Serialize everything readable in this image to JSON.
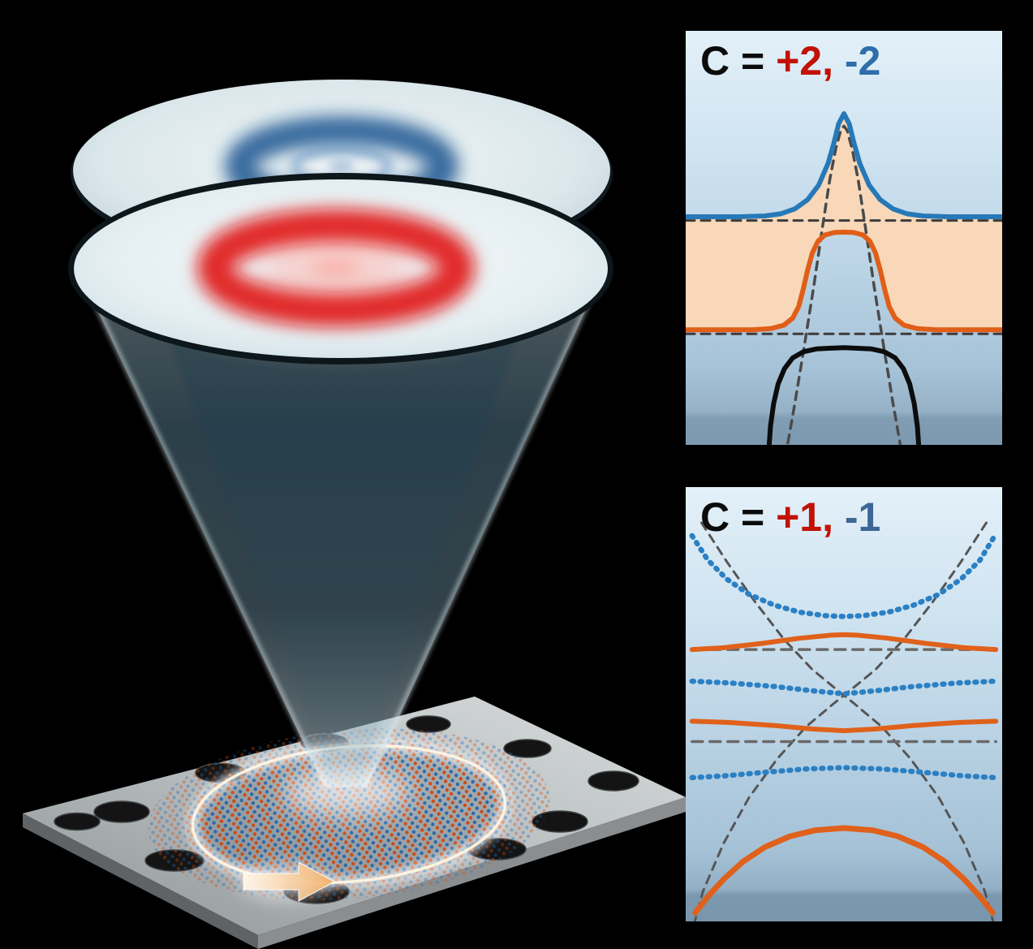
{
  "figure": {
    "colors": {
      "background": "#000000",
      "beam_ring_blue": "#1b538f",
      "beam_ring_red": "#e01111",
      "lattice_dot_blue": "#2a66a8",
      "lattice_dot_orange": "#cc4a12",
      "edge_glow": "#fff4e0",
      "slab_gray": "#b4b9bb"
    }
  },
  "panels": {
    "top": {
      "prefix": "C = ",
      "positive": "+2,",
      "negative": " -2",
      "colors": {
        "prefix": "#0b0b0b",
        "positive": "#c11205",
        "negative": "#2e6ea9"
      }
    },
    "bottom": {
      "prefix": "C = ",
      "positive": "+1,",
      "negative": " -1",
      "colors": {
        "prefix": "#0b0b0b",
        "positive": "#c11205",
        "negative": "#3c6795"
      }
    }
  },
  "chart_data": [
    {
      "id": "c2",
      "type": "line",
      "title": "C = +2, -2",
      "xlabel": "",
      "ylabel": "",
      "size": [
        390,
        510
      ],
      "grid": false,
      "band": {
        "upper": "blue-band",
        "lower": "orange-band",
        "fill": "#f8d8b8"
      },
      "series": [
        {
          "name": "dashed-baseline-upper",
          "color": "#3c3c3c",
          "width": 3,
          "dash": "11 8",
          "points": [
            [
              0,
              0.458
            ],
            [
              1,
              0.458
            ]
          ]
        },
        {
          "name": "dashed-baseline-lower",
          "color": "#3c3c3c",
          "width": 3,
          "dash": "11 8",
          "points": [
            [
              0,
              0.732
            ],
            [
              1,
              0.732
            ]
          ]
        },
        {
          "name": "dashed-dirac-bell",
          "color": "#4a4a4a",
          "width": 3.5,
          "dash": "10 8",
          "points": [
            [
              0.315,
              1.03
            ],
            [
              0.345,
              0.9
            ],
            [
              0.375,
              0.76
            ],
            [
              0.405,
              0.615
            ],
            [
              0.432,
              0.475
            ],
            [
              0.455,
              0.36
            ],
            [
              0.474,
              0.285
            ],
            [
              0.49,
              0.24
            ],
            [
              0.5,
              0.23
            ],
            [
              0.51,
              0.24
            ],
            [
              0.526,
              0.285
            ],
            [
              0.545,
              0.36
            ],
            [
              0.568,
              0.475
            ],
            [
              0.595,
              0.615
            ],
            [
              0.625,
              0.76
            ],
            [
              0.655,
              0.9
            ],
            [
              0.685,
              1.03
            ]
          ]
        },
        {
          "name": "blue-band",
          "color": "#2679b8",
          "width": 6,
          "points": [
            [
              0,
              0.449
            ],
            [
              0.17,
              0.449
            ],
            [
              0.25,
              0.447
            ],
            [
              0.3,
              0.442
            ],
            [
              0.345,
              0.43
            ],
            [
              0.385,
              0.408
            ],
            [
              0.42,
              0.373
            ],
            [
              0.45,
              0.32
            ],
            [
              0.468,
              0.272
            ],
            [
              0.483,
              0.225
            ],
            [
              0.5,
              0.2
            ],
            [
              0.517,
              0.225
            ],
            [
              0.532,
              0.272
            ],
            [
              0.55,
              0.32
            ],
            [
              0.58,
              0.373
            ],
            [
              0.615,
              0.408
            ],
            [
              0.655,
              0.43
            ],
            [
              0.7,
              0.442
            ],
            [
              0.75,
              0.447
            ],
            [
              0.83,
              0.449
            ],
            [
              1,
              0.449
            ]
          ]
        },
        {
          "name": "orange-band",
          "color": "#e05e17",
          "width": 6,
          "points": [
            [
              0,
              0.722
            ],
            [
              0.21,
              0.722
            ],
            [
              0.27,
              0.719
            ],
            [
              0.31,
              0.711
            ],
            [
              0.338,
              0.694
            ],
            [
              0.357,
              0.666
            ],
            [
              0.371,
              0.625
            ],
            [
              0.385,
              0.578
            ],
            [
              0.4,
              0.537
            ],
            [
              0.418,
              0.508
            ],
            [
              0.44,
              0.493
            ],
            [
              0.47,
              0.487
            ],
            [
              0.5,
              0.486
            ],
            [
              0.53,
              0.487
            ],
            [
              0.56,
              0.493
            ],
            [
              0.582,
              0.508
            ],
            [
              0.6,
              0.537
            ],
            [
              0.615,
              0.578
            ],
            [
              0.629,
              0.625
            ],
            [
              0.643,
              0.666
            ],
            [
              0.662,
              0.694
            ],
            [
              0.69,
              0.711
            ],
            [
              0.73,
              0.719
            ],
            [
              0.79,
              0.722
            ],
            [
              1,
              0.722
            ]
          ]
        },
        {
          "name": "black-band",
          "color": "#0c0c0c",
          "width": 6,
          "points": [
            [
              0.262,
              1.02
            ],
            [
              0.268,
              0.955
            ],
            [
              0.278,
              0.9
            ],
            [
              0.292,
              0.853
            ],
            [
              0.312,
              0.816
            ],
            [
              0.338,
              0.79
            ],
            [
              0.372,
              0.775
            ],
            [
              0.415,
              0.768
            ],
            [
              0.5,
              0.765
            ],
            [
              0.585,
              0.768
            ],
            [
              0.628,
              0.775
            ],
            [
              0.662,
              0.79
            ],
            [
              0.688,
              0.816
            ],
            [
              0.708,
              0.853
            ],
            [
              0.722,
              0.9
            ],
            [
              0.732,
              0.955
            ],
            [
              0.738,
              1.02
            ]
          ]
        }
      ]
    },
    {
      "id": "c1",
      "type": "line",
      "title": "C = +1, -1",
      "xlabel": "",
      "ylabel": "",
      "size": [
        390,
        535
      ],
      "grid": false,
      "series": [
        {
          "name": "dashed-dirac-left",
          "color": "#565656",
          "width": 3,
          "dash": "10 8",
          "points": [
            [
              0.05,
              0.082
            ],
            [
              0.13,
              0.172
            ],
            [
              0.22,
              0.265
            ],
            [
              0.31,
              0.35
            ],
            [
              0.4,
              0.42
            ],
            [
              0.47,
              0.462
            ],
            [
              0.53,
              0.497
            ],
            [
              0.62,
              0.552
            ],
            [
              0.71,
              0.625
            ],
            [
              0.8,
              0.715
            ],
            [
              0.88,
              0.82
            ],
            [
              0.945,
              0.93
            ],
            [
              0.975,
              1.01
            ]
          ]
        },
        {
          "name": "dashed-dirac-right",
          "color": "#565656",
          "width": 3,
          "dash": "10 8",
          "points": [
            [
              0.95,
              0.082
            ],
            [
              0.87,
              0.172
            ],
            [
              0.78,
              0.265
            ],
            [
              0.69,
              0.35
            ],
            [
              0.6,
              0.42
            ],
            [
              0.53,
              0.462
            ],
            [
              0.47,
              0.497
            ],
            [
              0.38,
              0.552
            ],
            [
              0.29,
              0.625
            ],
            [
              0.2,
              0.715
            ],
            [
              0.12,
              0.82
            ],
            [
              0.055,
              0.93
            ],
            [
              0.025,
              1.01
            ]
          ]
        },
        {
          "name": "dashed-flat-upper",
          "color": "#6a6a6a",
          "width": 3.5,
          "dash": "13 9",
          "points": [
            [
              0.02,
              0.374
            ],
            [
              0.98,
              0.374
            ]
          ]
        },
        {
          "name": "dashed-flat-lower",
          "color": "#6a6a6a",
          "width": 3.5,
          "dash": "13 9",
          "points": [
            [
              0.02,
              0.586
            ],
            [
              0.98,
              0.586
            ]
          ]
        },
        {
          "name": "blue-band-upper",
          "color": "#2b80c4",
          "width": 6.5,
          "dash": "2 8",
          "points": [
            [
              0.02,
              0.112
            ],
            [
              0.07,
              0.168
            ],
            [
              0.13,
              0.212
            ],
            [
              0.2,
              0.247
            ],
            [
              0.28,
              0.272
            ],
            [
              0.36,
              0.288
            ],
            [
              0.44,
              0.296
            ],
            [
              0.5,
              0.298
            ],
            [
              0.56,
              0.296
            ],
            [
              0.64,
              0.288
            ],
            [
              0.72,
              0.272
            ],
            [
              0.8,
              0.247
            ],
            [
              0.87,
              0.212
            ],
            [
              0.93,
              0.168
            ],
            [
              0.98,
              0.108
            ]
          ]
        },
        {
          "name": "orange-band-upper",
          "color": "#e0611b",
          "width": 6,
          "points": [
            [
              0.02,
              0.374
            ],
            [
              0.12,
              0.37
            ],
            [
              0.24,
              0.36
            ],
            [
              0.36,
              0.348
            ],
            [
              0.46,
              0.341
            ],
            [
              0.5,
              0.34
            ],
            [
              0.54,
              0.341
            ],
            [
              0.64,
              0.348
            ],
            [
              0.76,
              0.36
            ],
            [
              0.88,
              0.37
            ],
            [
              0.98,
              0.374
            ]
          ]
        },
        {
          "name": "blue-band-mid",
          "color": "#2b80c4",
          "width": 6.5,
          "dash": "2 8",
          "points": [
            [
              0.02,
              0.447
            ],
            [
              0.14,
              0.451
            ],
            [
              0.28,
              0.459
            ],
            [
              0.4,
              0.469
            ],
            [
              0.5,
              0.476
            ],
            [
              0.6,
              0.469
            ],
            [
              0.72,
              0.459
            ],
            [
              0.86,
              0.451
            ],
            [
              0.98,
              0.447
            ]
          ]
        },
        {
          "name": "orange-band-mid",
          "color": "#e0611b",
          "width": 6,
          "points": [
            [
              0.02,
              0.539
            ],
            [
              0.14,
              0.542
            ],
            [
              0.28,
              0.549
            ],
            [
              0.4,
              0.557
            ],
            [
              0.5,
              0.561
            ],
            [
              0.6,
              0.557
            ],
            [
              0.72,
              0.549
            ],
            [
              0.86,
              0.542
            ],
            [
              0.98,
              0.539
            ]
          ]
        },
        {
          "name": "blue-band-lower",
          "color": "#2b80c4",
          "width": 6.5,
          "dash": "2 8",
          "points": [
            [
              0.02,
              0.669
            ],
            [
              0.12,
              0.665
            ],
            [
              0.26,
              0.656
            ],
            [
              0.38,
              0.649
            ],
            [
              0.5,
              0.646
            ],
            [
              0.62,
              0.649
            ],
            [
              0.74,
              0.656
            ],
            [
              0.88,
              0.665
            ],
            [
              0.98,
              0.669
            ]
          ]
        },
        {
          "name": "orange-band-lower",
          "color": "#e0611b",
          "width": 7,
          "points": [
            [
              0.03,
              0.98
            ],
            [
              0.07,
              0.943
            ],
            [
              0.12,
              0.903
            ],
            [
              0.18,
              0.863
            ],
            [
              0.25,
              0.829
            ],
            [
              0.33,
              0.804
            ],
            [
              0.41,
              0.79
            ],
            [
              0.5,
              0.785
            ],
            [
              0.59,
              0.79
            ],
            [
              0.67,
              0.804
            ],
            [
              0.75,
              0.829
            ],
            [
              0.82,
              0.863
            ],
            [
              0.88,
              0.903
            ],
            [
              0.93,
              0.943
            ],
            [
              0.97,
              0.98
            ]
          ]
        }
      ]
    }
  ]
}
